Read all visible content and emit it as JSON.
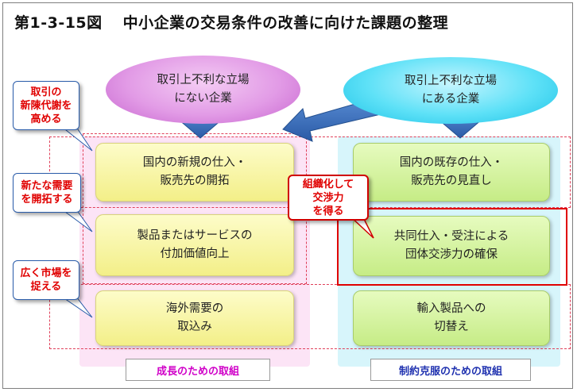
{
  "title": {
    "number": "第1-3-15図",
    "text": "中小企業の交易条件の改善に向けた課題の整理"
  },
  "ellipses": {
    "left": "取引上不利な立場\nにない企業",
    "right": "取引上不利な立場\nにある企業"
  },
  "cards": {
    "left_1": "国内の新規の仕入・\n販売先の開拓",
    "left_2": "製品またはサービスの\n付加価値向上",
    "left_3": "海外需要の\n取込み",
    "right_1": "国内の既存の仕入・\n販売先の見直し",
    "right_2": "共同仕入・受注による\n団体交渉力の確保",
    "right_3": "輸入製品への\n切替え"
  },
  "callouts": {
    "c1": "取引の\n新陳代謝を\n高める",
    "c2": "新たな需要\nを開拓する",
    "c3": "広く市場を\n捉える",
    "c4": "組織化して\n交渉力\nを得る"
  },
  "footers": {
    "left": "成長のための取組",
    "right": "制約克服のための取組"
  },
  "colors": {
    "pink_bg": "#fce4f6",
    "cyan_bg": "#d7f5fb",
    "arrow": "#3a6fb7",
    "red": "#e00000"
  }
}
